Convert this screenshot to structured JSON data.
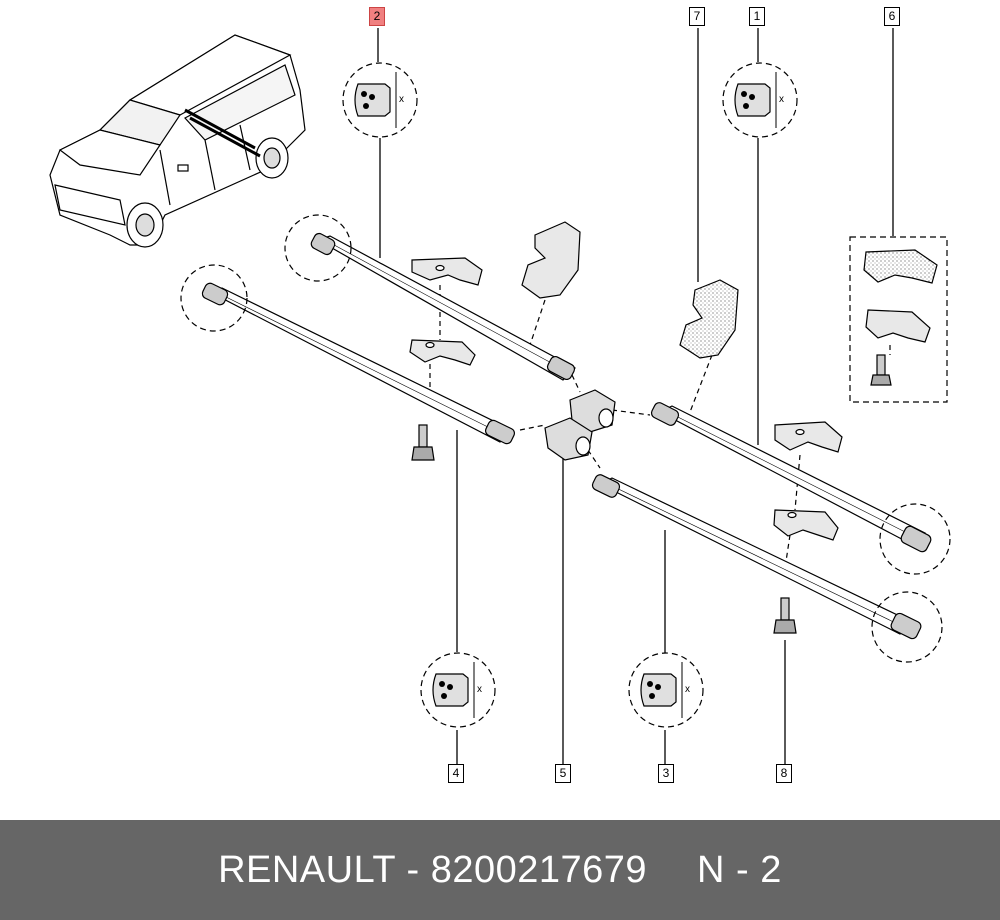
{
  "callouts": [
    {
      "id": "2",
      "highlight": true
    },
    {
      "id": "7",
      "highlight": false
    },
    {
      "id": "1",
      "highlight": false
    },
    {
      "id": "6",
      "highlight": false
    },
    {
      "id": "4",
      "highlight": false
    },
    {
      "id": "5",
      "highlight": false
    },
    {
      "id": "3",
      "highlight": false
    },
    {
      "id": "8",
      "highlight": false
    }
  ],
  "detail_mark": "x",
  "footer": {
    "brand_part": "RENAULT - 8200217679",
    "ref": "N - 2"
  },
  "colors": {
    "highlight": "#f08080",
    "footer_bg": "#666666",
    "footer_text": "#ffffff"
  }
}
